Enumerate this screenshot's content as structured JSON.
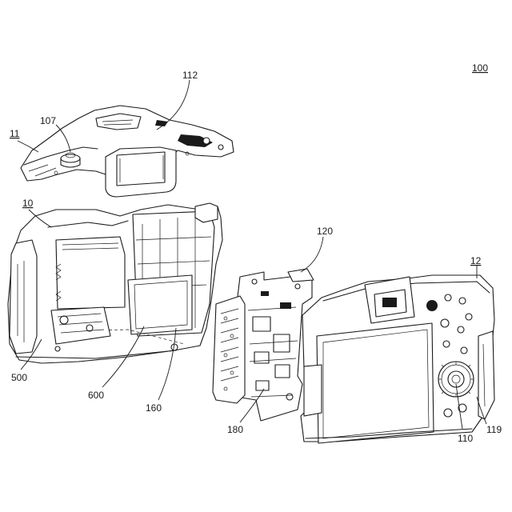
{
  "figure": {
    "references": {
      "ref_100": "100",
      "ref_112": "112",
      "ref_107": "107",
      "ref_11": "11",
      "ref_10": "10",
      "ref_120": "120",
      "ref_12": "12",
      "ref_500": "500",
      "ref_600": "600",
      "ref_160": "160",
      "ref_180": "180",
      "ref_110": "110",
      "ref_119": "119"
    }
  }
}
